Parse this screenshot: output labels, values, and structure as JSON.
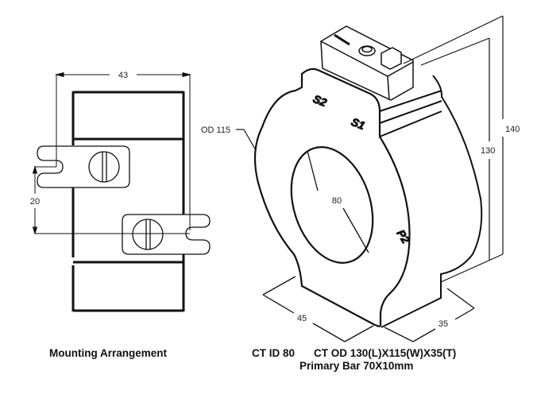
{
  "left_view": {
    "caption": "Mounting Arrangement",
    "dim_width": "43",
    "dim_spacing": "20"
  },
  "right_view": {
    "label_od": "OD 115",
    "label_id": "80",
    "label_height_outer": "140",
    "label_height_inner": "130",
    "label_depth_left": "45",
    "label_depth_right": "35",
    "terminal_s1": "S1",
    "terminal_s2": "S2",
    "terminal_p2": "P2",
    "caption_line1_a": "CT ID 80",
    "caption_line1_b": "CT OD 130(L)X115(W)X35(T)",
    "caption_line2": "Primary Bar 70X10mm"
  },
  "colors": {
    "line": "#111111",
    "background": "#ffffff"
  }
}
